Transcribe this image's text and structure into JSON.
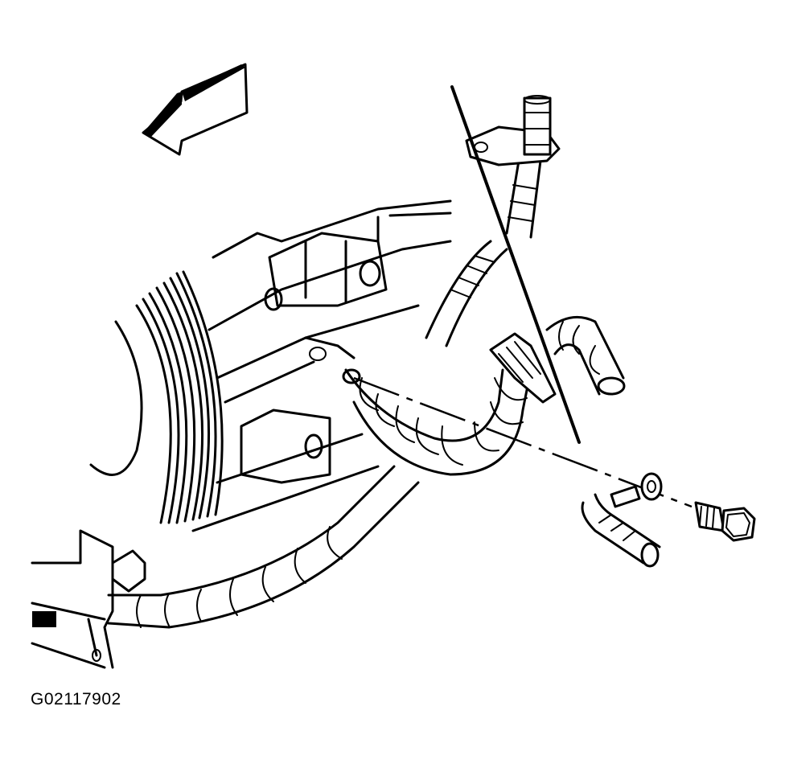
{
  "figure": {
    "id_label": "G02117902",
    "colors": {
      "background": "#ffffff",
      "line": "#000000"
    }
  },
  "callouts": {
    "direction_arrow": "front-of-vehicle-arrow",
    "exploded_part_1": "harness-clip-at-top",
    "exploded_part_2": "ground-bolt-with-eyelet-terminal",
    "exploded_part_3": "harness-conduit-connector"
  }
}
